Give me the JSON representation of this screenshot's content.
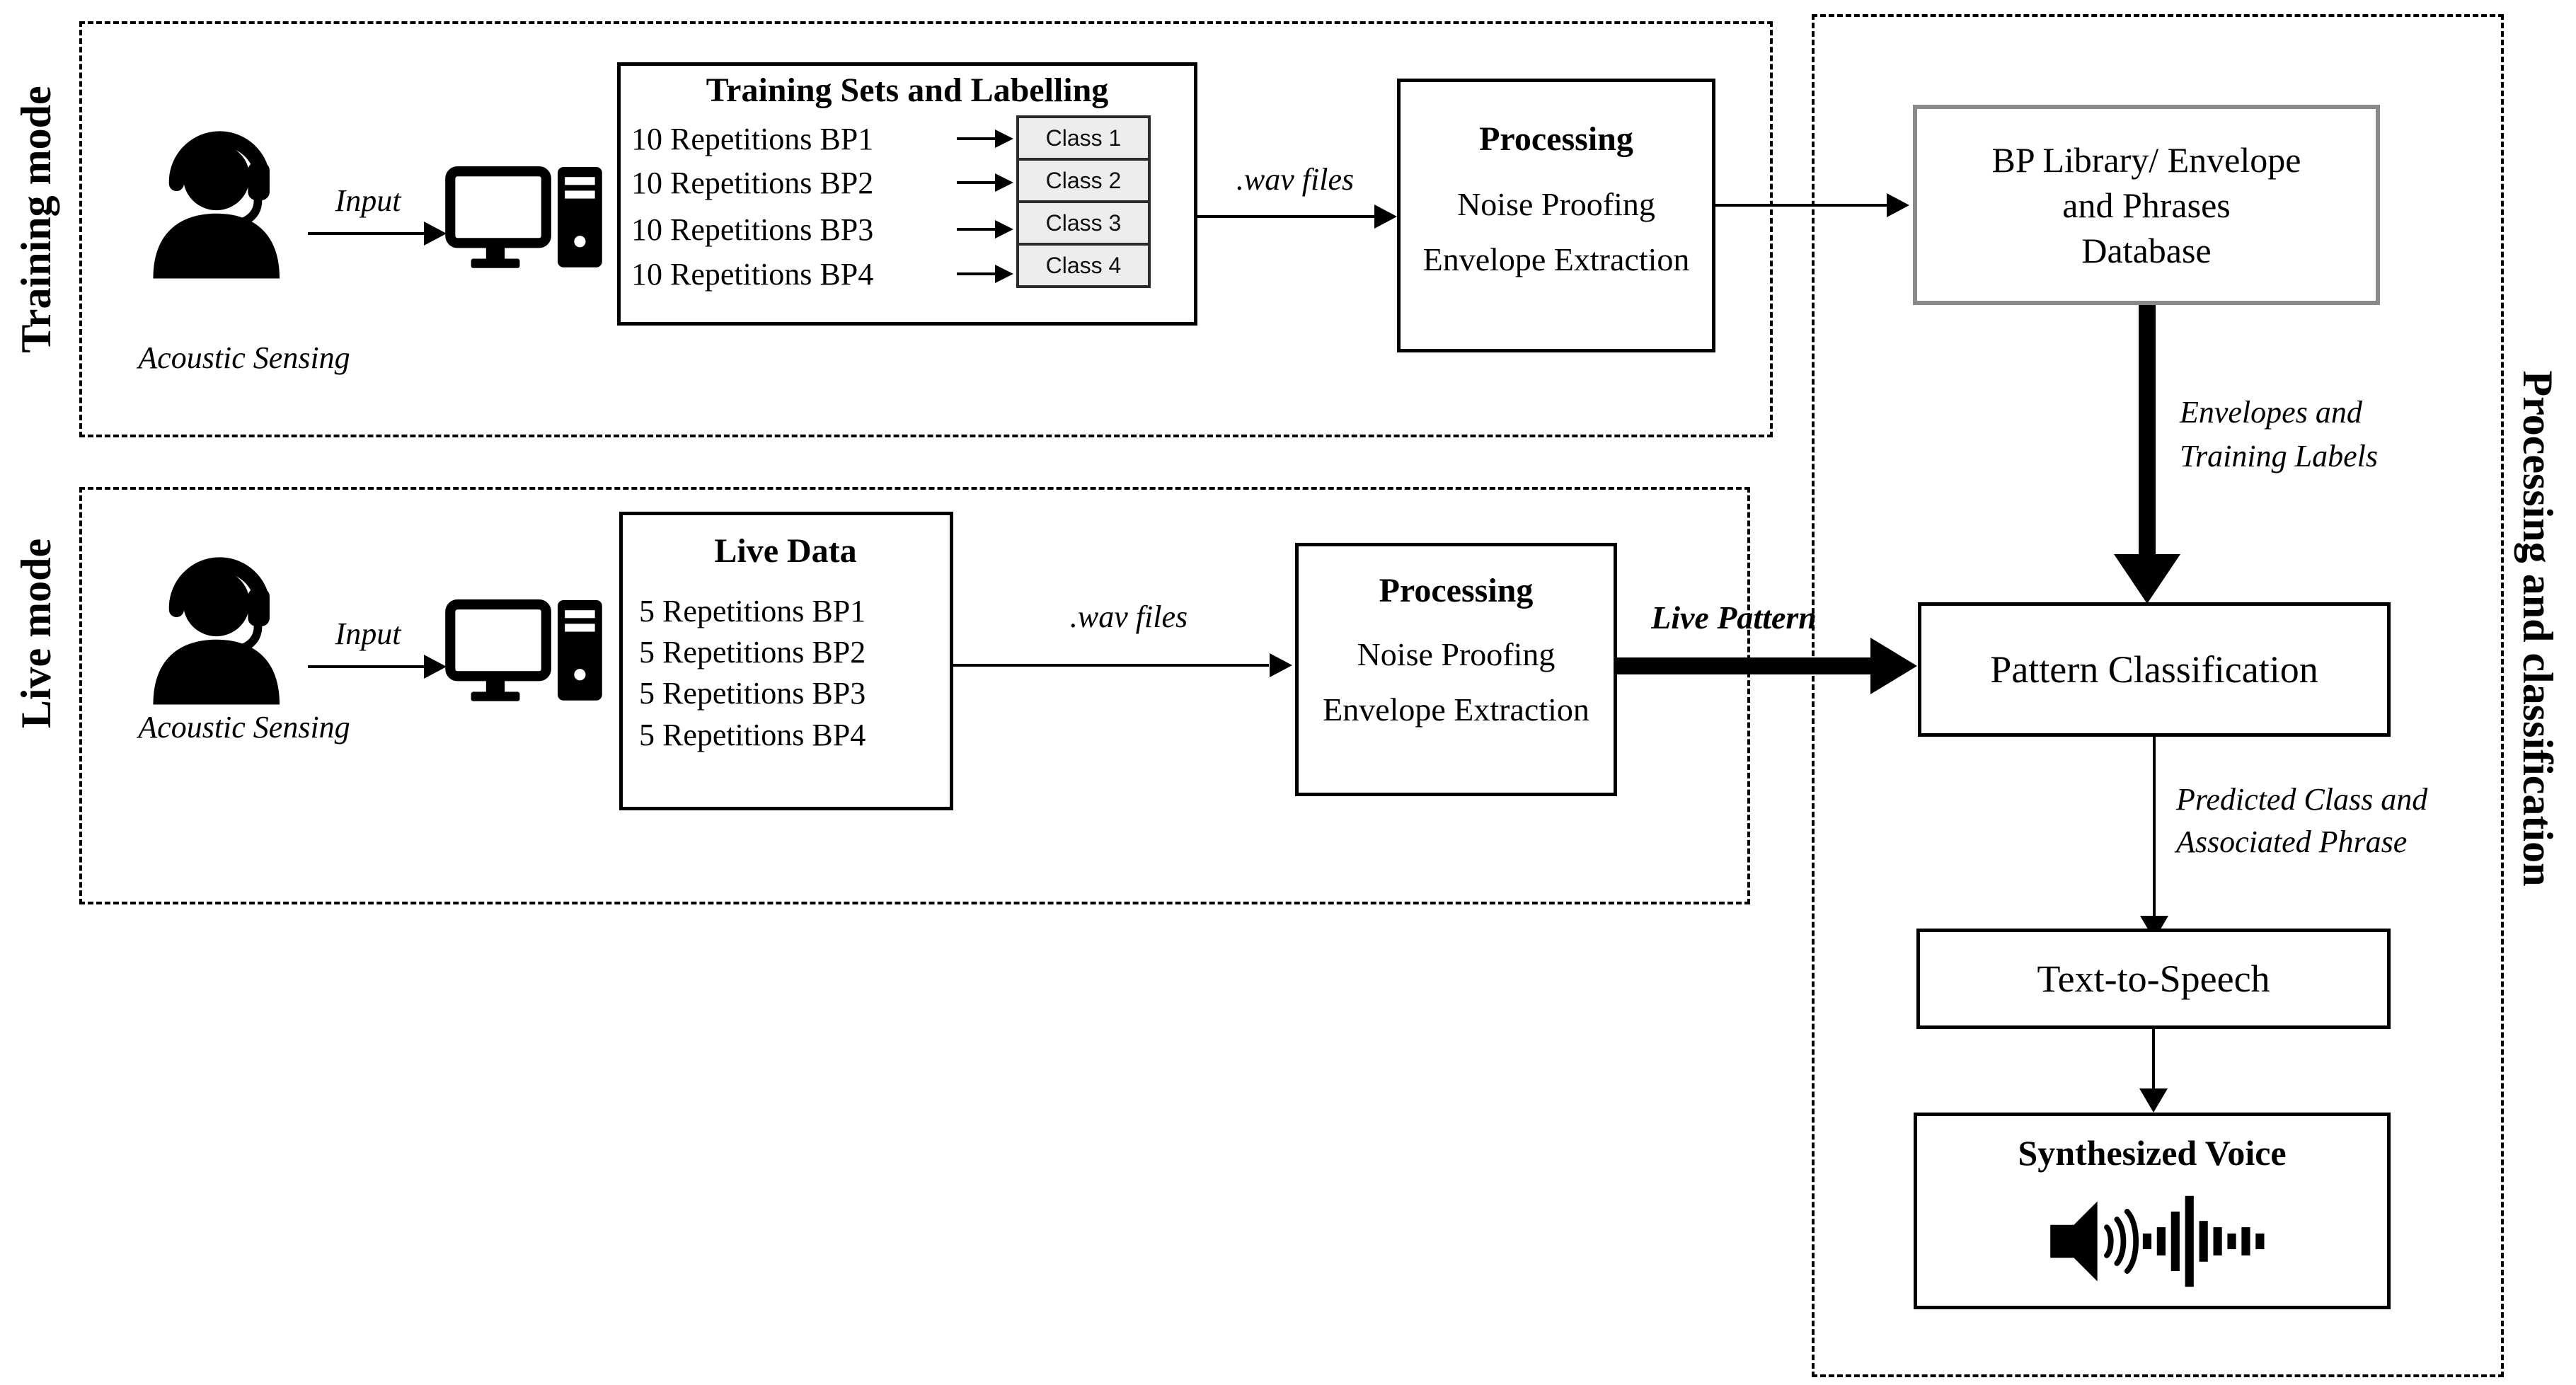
{
  "side_labels": {
    "training": "Training mode",
    "live": "Live mode",
    "right": "Processing and classification"
  },
  "actors": {
    "input": "Input",
    "acoustic": "Acoustic Sensing"
  },
  "wav": {
    "label": ".wav files"
  },
  "proc": {
    "title": "Processing",
    "noise": "Noise Proofing",
    "envelope": "Envelope Extraction"
  },
  "tsets": {
    "title": "Training Sets and Labelling",
    "rows": [
      {
        "text": "10 Repetitions BP1",
        "cls": "Class 1"
      },
      {
        "text": "10 Repetitions BP2",
        "cls": "Class 2"
      },
      {
        "text": "10 Repetitions BP3",
        "cls": "Class 3"
      },
      {
        "text": "10 Repetitions BP4",
        "cls": "Class 4"
      }
    ]
  },
  "ldata": {
    "title": "Live Data",
    "rows": [
      "5 Repetitions BP1",
      "5 Repetitions BP2",
      "5 Repetitions BP3",
      "5 Repetitions BP4"
    ]
  },
  "flow": {
    "live_pattern": "Live Pattern",
    "envelopes1": "Envelopes and",
    "envelopes2": "Training Labels",
    "predicted1": "Predicted Class and",
    "predicted2": "Associated Phrase"
  },
  "right": {
    "bp1": "BP Library/ Envelope",
    "bp2": "and Phrases",
    "bp3": "Database",
    "pattern": "Pattern Classification",
    "tts": "Text-to-Speech",
    "synth": "Synthesized Voice"
  },
  "icons": {
    "person": "person-headset-icon",
    "computer": "desktop-computer-icon",
    "speaker": "speaker-waveform-icon"
  },
  "colors": {
    "ink": "#000000",
    "bp_border": "#8a8a8a",
    "class_fill": "#ededed"
  }
}
